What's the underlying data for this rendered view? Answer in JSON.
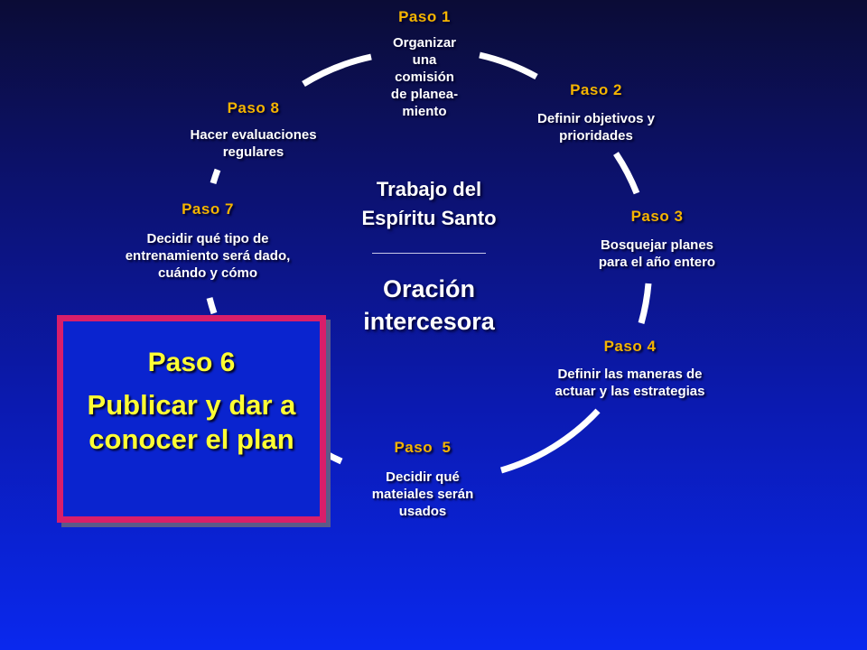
{
  "steps": [
    {
      "label": "Paso 1",
      "text": "Organizar\nuna\ncomisión\nde planea-\nmiento"
    },
    {
      "label": "Paso 2",
      "text": "Definir objetivos y\nprioridades"
    },
    {
      "label": "Paso 3",
      "text": "Bosquejar planes\npara el año entero"
    },
    {
      "label": "Paso 4",
      "text": "Definir las maneras de\nactuar y  las estrategias"
    },
    {
      "label": "Paso  5",
      "text": "Decidir qué\nmateiales serán\nusados"
    },
    {
      "label": "Paso 6",
      "text": "Publicar y dar a\nconocer el plan"
    },
    {
      "label": "Paso 7",
      "text": "Decidir qué tipo de\nentrenamiento será dado,\ncuándo y cómo"
    },
    {
      "label": "Paso 8",
      "text": "Hacer evaluaciones\nregulares"
    }
  ],
  "center": {
    "title": "Trabajo del\nEspíritu Santo",
    "subtitle": "Oración\nintercesora"
  },
  "colors": {
    "label": "#f5b400",
    "highlight_border": "#d81e6a",
    "highlight_text": "#ffff33",
    "arc": "#ffffff"
  }
}
